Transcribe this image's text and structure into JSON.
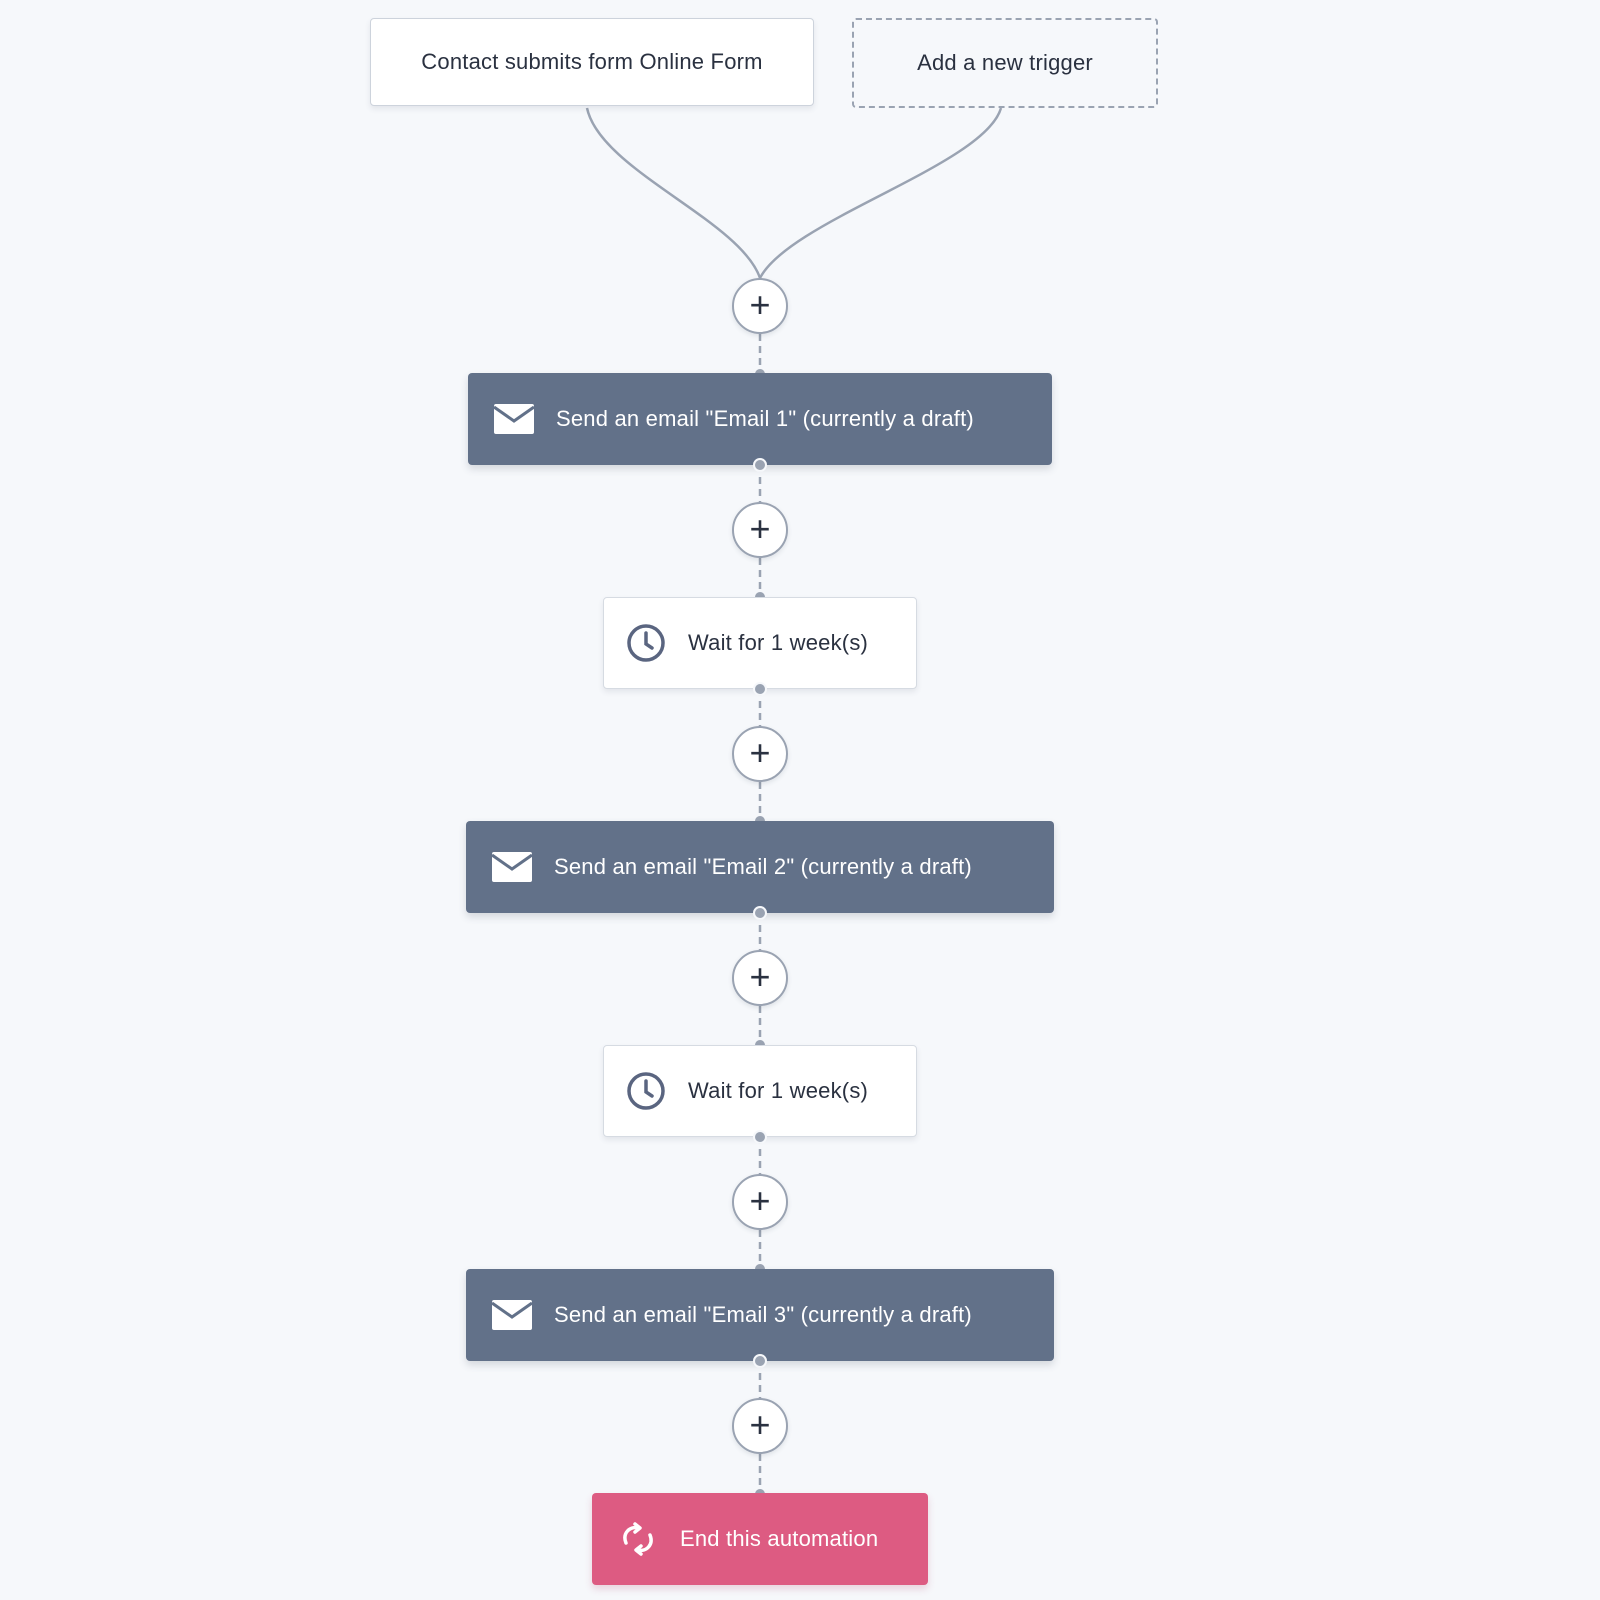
{
  "triggers": {
    "existing_label": "Contact submits form Online Form",
    "add_label": "Add a new trigger"
  },
  "steps": {
    "email_1": {
      "label": "Send an email \"Email 1\" (currently a draft)",
      "icon": "envelope-icon"
    },
    "wait_1": {
      "label": "Wait for 1 week(s)",
      "icon": "clock-icon"
    },
    "email_2": {
      "label": "Send an email \"Email 2\" (currently a draft)",
      "icon": "envelope-icon"
    },
    "wait_2": {
      "label": "Wait for 1 week(s)",
      "icon": "clock-icon"
    },
    "email_3": {
      "label": "Send an email \"Email 3\" (currently a draft)",
      "icon": "envelope-icon"
    },
    "end": {
      "label": "End this automation",
      "icon": "loop-arrows-icon"
    }
  },
  "add_step_symbol": "+",
  "colors": {
    "background": "#f6f8fb",
    "email_action": "#627189",
    "end_action": "#dd5b82",
    "connector": "#9aa3b2"
  }
}
